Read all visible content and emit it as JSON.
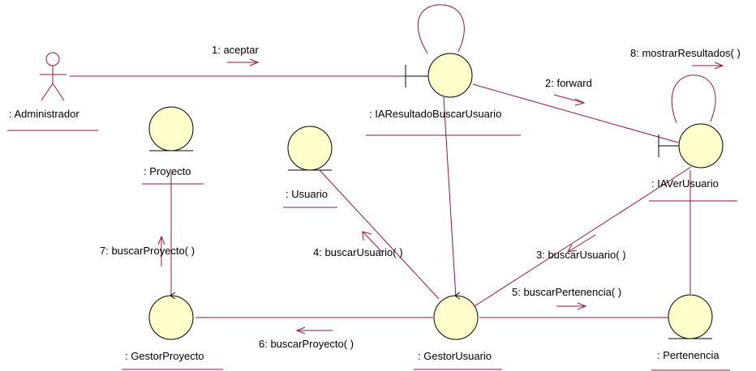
{
  "nodes": {
    "administrador": {
      "label": ": Administrador"
    },
    "ia_resultado": {
      "label": ": IAResultadoBuscarUsuario"
    },
    "ia_ver_usuario": {
      "label": ": IAVerUsuario"
    },
    "proyecto": {
      "label": ": Proyecto"
    },
    "usuario": {
      "label": ": Usuario"
    },
    "gestor_proyecto": {
      "label": ": GestorProyecto"
    },
    "gestor_usuario": {
      "label": ": GestorUsuario"
    },
    "pertenencia": {
      "label": ": Pertenencia"
    }
  },
  "messages": {
    "m1": "1: aceptar",
    "m2": "2: forward",
    "m3": "3: buscarUsuario( )",
    "m4": "4: buscarUsuario( )",
    "m5": "5: buscarPertenencia( )",
    "m6": "6: buscarProyecto( )",
    "m7": "7: buscarProyecto( )",
    "m8": "8: mostrarResultados( )"
  },
  "colors": {
    "link": "#8b1a3a",
    "object_fill": "#ffffcc",
    "outline": "#000000"
  }
}
